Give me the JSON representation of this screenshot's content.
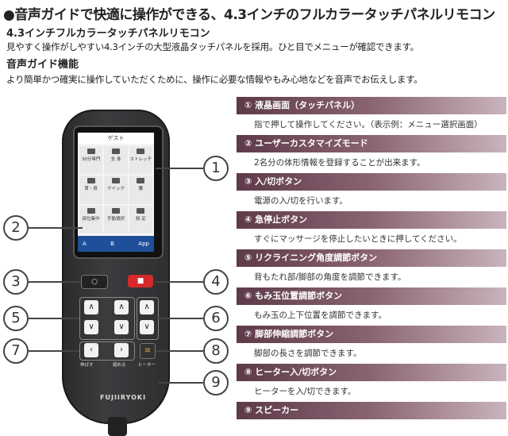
{
  "header": {
    "title": "●音声ガイドで快適に操作ができる、4.3インチのフルカラータッチパネルリモコン",
    "sub1": "4.3インチフルカラータッチパネルリモコン",
    "text1": "見やすく操作がしやすい4.3インチの大型液晶タッチパネルを採用。ひと目でメニューが確認できます。",
    "sub2": "音声ガイド機能",
    "text2": "より簡単かつ確実に操作していただくために、操作に必要な情報やもみ心地などを音声でお伝えします。"
  },
  "items": [
    {
      "head": "① 液晶画面（タッチパネル）",
      "desc": "指で押して操作してください。（表示例：メニュー選択画面）"
    },
    {
      "head": "② ユーザーカスタマイズモード",
      "desc": "2名分の体形情報を登録することが出来ます。"
    },
    {
      "head": "③ 入/切ボタン",
      "desc": "電源の入/切を行います。"
    },
    {
      "head": "④ 急停止ボタン",
      "desc": "すぐにマッサージを停止したいときに押してください。"
    },
    {
      "head": "⑤ リクライニング角度調節ボタン",
      "desc": "背もたれ部/脚部の角度を調節できます。"
    },
    {
      "head": "⑥ もみ玉位置調節ボタン",
      "desc": "もみ玉の上下位置を調節できます。"
    },
    {
      "head": "⑦ 脚部伸縮調節ボタン",
      "desc": "脚部の長さを調節できます。"
    },
    {
      "head": "⑧ ヒーター入/切ボタン",
      "desc": "ヒーターを入/切できます。"
    },
    {
      "head": "⑨ スピーカー",
      "desc": ""
    }
  ],
  "remote": {
    "screen_title": "ゲスト",
    "menu": [
      "30分専門",
      "全 身",
      "ストレッチ",
      "首・肩",
      "クイック",
      "腰",
      "部位集中",
      "手動選択",
      "設 定"
    ],
    "user_a": "A",
    "user_b": "B",
    "app": "App",
    "power": "○",
    "stop": "■",
    "left_label": "伸ばす",
    "right_label": "縮める",
    "heater_label": "ヒーター",
    "brand": "FUJIIRYOKI"
  },
  "callouts": [
    "1",
    "2",
    "3",
    "4",
    "5",
    "6",
    "7",
    "8",
    "9"
  ]
}
